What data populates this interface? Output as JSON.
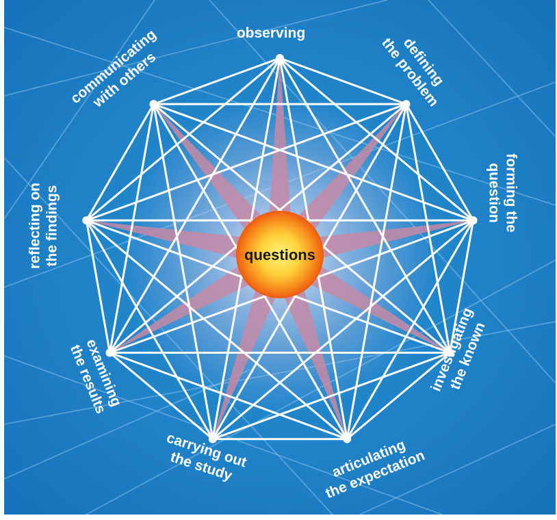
{
  "center": {
    "label": "questions"
  },
  "nodes": [
    {
      "id": "observing",
      "lines": [
        "observing"
      ]
    },
    {
      "id": "defining-the-problem",
      "lines": [
        "defining",
        "the problem"
      ]
    },
    {
      "id": "forming-the-question",
      "lines": [
        "forming the",
        "question"
      ]
    },
    {
      "id": "investigating-the-known",
      "lines": [
        "investigating",
        "the known"
      ]
    },
    {
      "id": "articulating-the-expectation",
      "lines": [
        "articulating",
        "the expectation"
      ]
    },
    {
      "id": "carrying-out-the-study",
      "lines": [
        "carrying out",
        "the study"
      ]
    },
    {
      "id": "examining-the-results",
      "lines": [
        "examining",
        "the results"
      ]
    },
    {
      "id": "reflecting-on-the-findings",
      "lines": [
        "reflecting on",
        "the findings"
      ]
    },
    {
      "id": "communicating-with-others",
      "lines": [
        "communicating",
        "with others"
      ]
    }
  ],
  "colors": {
    "background": "#1f86cc",
    "background_edge": "#1570b4",
    "lines": "#ffffff",
    "star_fill": "#c98aa8",
    "center_outer": "#f25a0c",
    "center_inner": "#ffe95a"
  }
}
